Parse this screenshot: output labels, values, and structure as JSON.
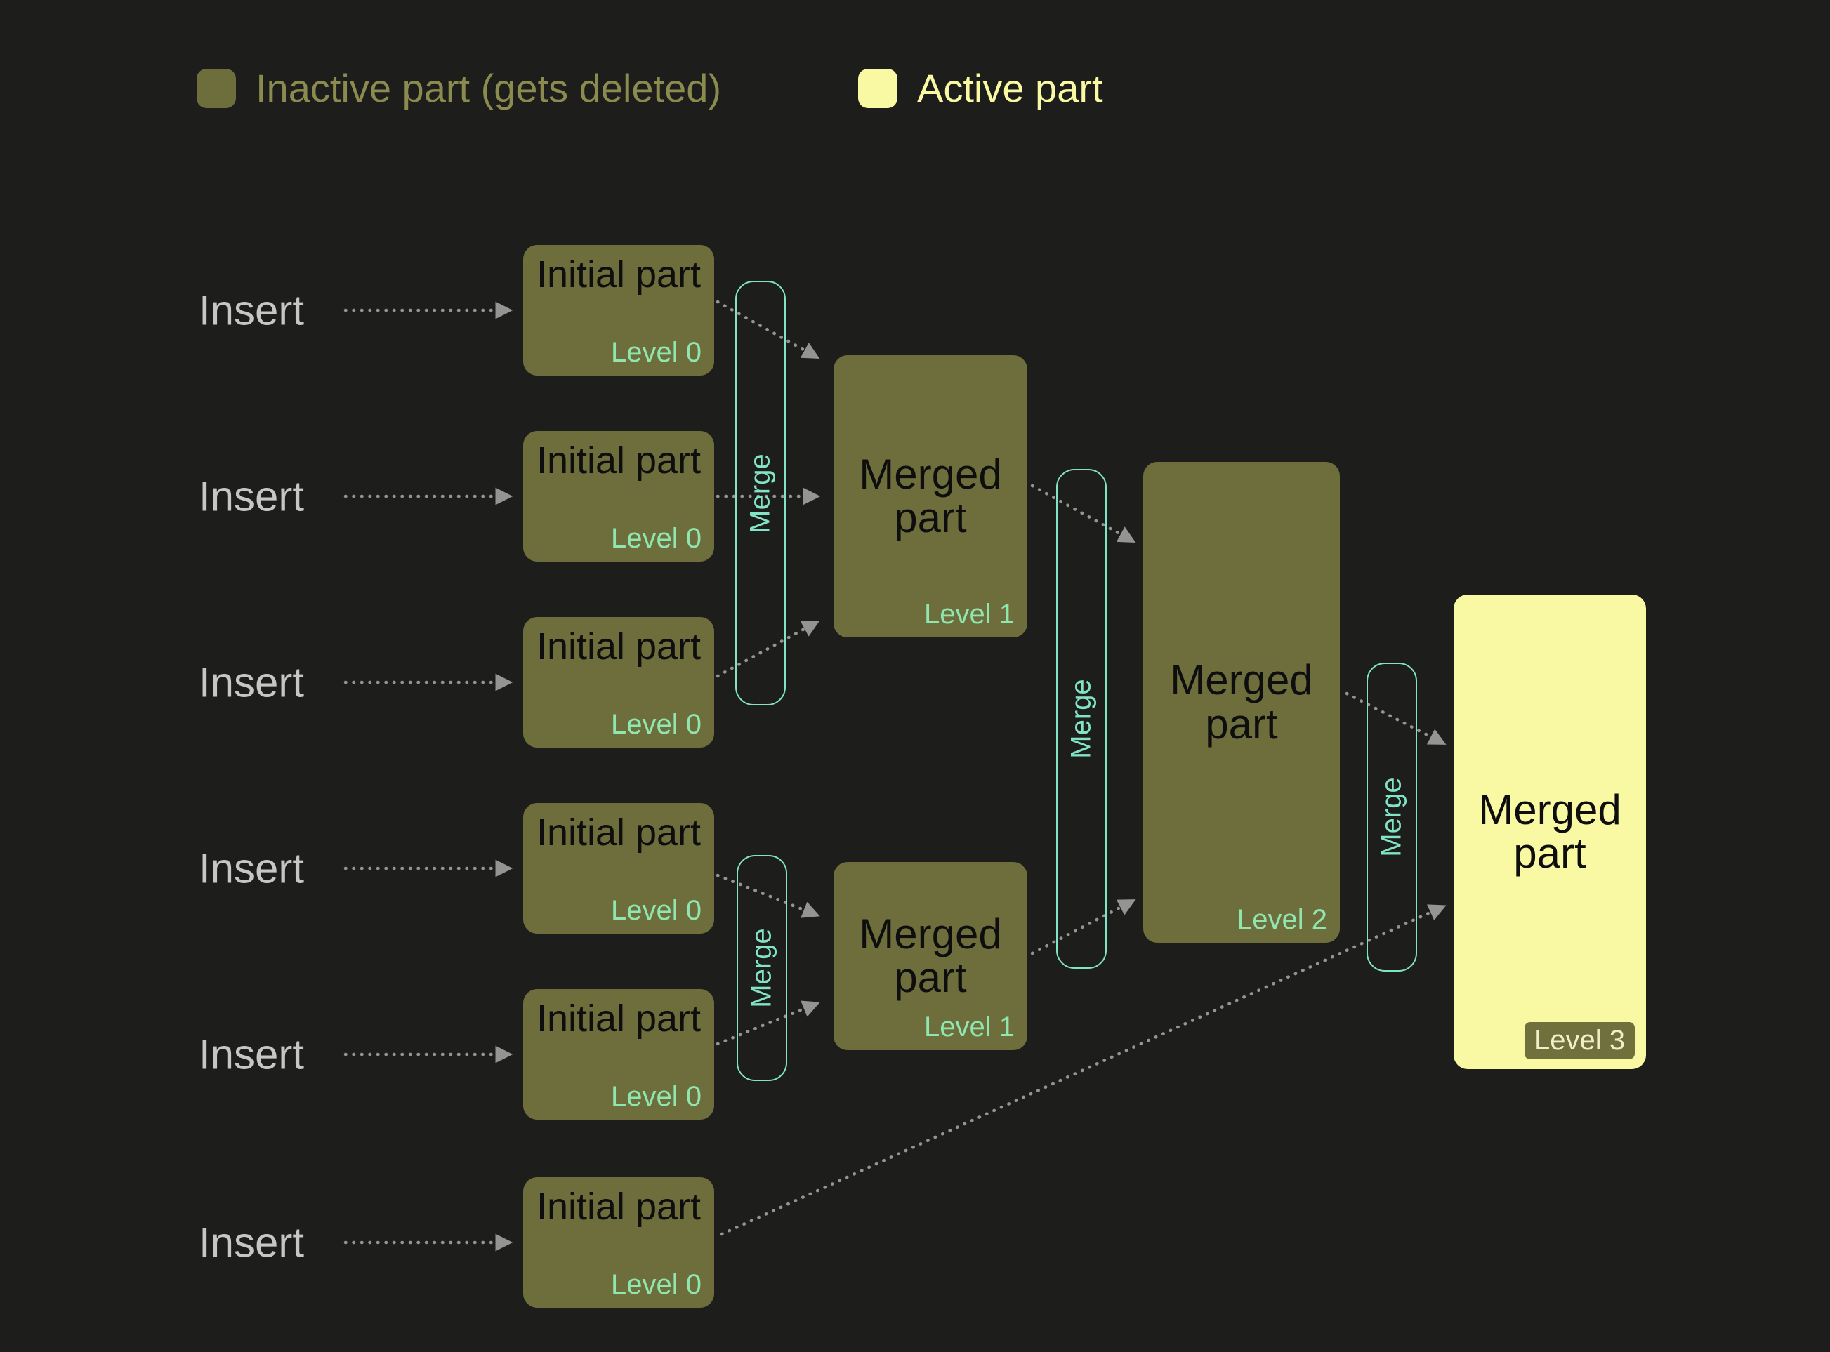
{
  "legend": {
    "inactive_label": "Inactive part (gets deleted)",
    "active_label": "Active part"
  },
  "labels": {
    "insert": "Insert",
    "merge": "Merge"
  },
  "initial_part": {
    "title": "Initial part",
    "level": "Level 0"
  },
  "merged_parts": [
    {
      "title": "Merged part",
      "level": "Level 1"
    },
    {
      "title": "Merged part",
      "level": "Level 1"
    },
    {
      "title": "Merged part",
      "level": "Level 2"
    },
    {
      "title": "Merged part",
      "level": "Level 3"
    }
  ],
  "colors": {
    "background": "#1d1d1b",
    "inactive_part": "#6e6e3d",
    "active_part": "#f9f9a3",
    "merge_accent": "#82e4c6",
    "level_text": "#8fe6ae",
    "inactive_legend_text": "#8b8b50",
    "active_legend_text": "#f9f9a3",
    "insert_text": "#c6c6c6",
    "arrow": "#949494"
  }
}
